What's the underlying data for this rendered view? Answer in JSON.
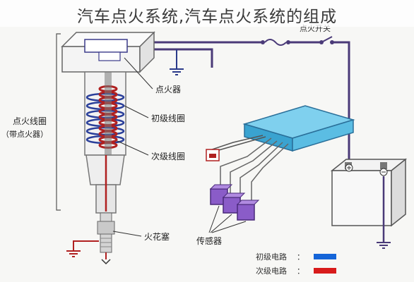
{
  "title": "汽车点火系统,汽车点火系统的组成",
  "labels": {
    "switch": "点火开关",
    "igniter": "点火器",
    "primary_coil": "初级线圈",
    "secondary_coil": "次级线圈",
    "ignition_coil_left": "点火线圈",
    "ignition_coil_left_2": "（带点火器）",
    "spark_plug": "火花塞",
    "sensors": "传感器"
  },
  "legend": [
    {
      "label": "初级电路",
      "sep": "：",
      "color": "#1565d8"
    },
    {
      "label": "次级电路",
      "sep": "：",
      "color": "#d81b1b"
    }
  ],
  "colors": {
    "primary_wire": "#4a3a78",
    "secondary_coil": "#b02020",
    "ecu_top": "#7fd0ee",
    "ecu_side": "#3aa3d0",
    "sensor": "#8a5cc8",
    "coil_body": "#f1f1f1"
  }
}
